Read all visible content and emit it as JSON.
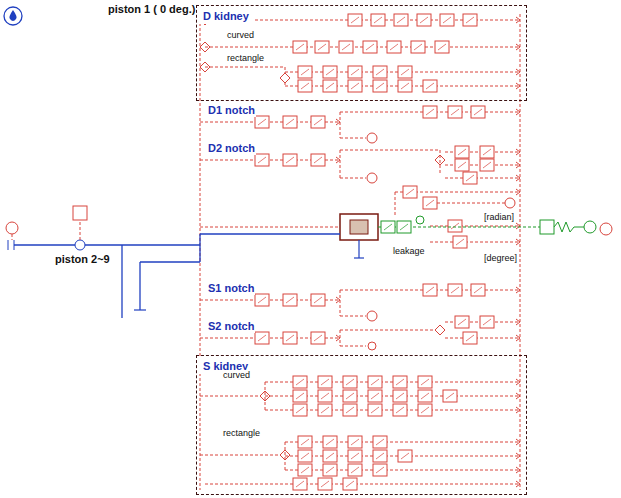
{
  "diagram": {
    "title": "piston 1 ( 0 deg.)",
    "nodes": [
      {
        "text": [
          "D kidney"
        ]
      },
      {
        "text": [
          "S kidney"
        ]
      }
    ],
    "labels": [
      "curved",
      "rectangle",
      "D1 notch",
      "D2 notch",
      "leakage",
      "[radian]",
      "[degree]",
      "piston 2~9",
      "S1 notch",
      "S2 notch",
      "curved",
      "rectangle"
    ]
  }
}
